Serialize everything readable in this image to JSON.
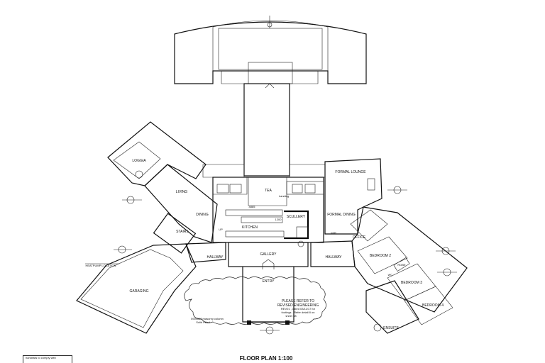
{
  "rooms": {
    "loggia": "LOGGIA",
    "living": "LIVING",
    "dining": "DINING",
    "tea": "TEA",
    "kitchen": "KITCHEN",
    "scullery": "SCULLERY",
    "formal_lounge": "FORMAL LOUNGE",
    "formal_dining": "FORMAL DINING",
    "stairs": "STAIRS",
    "hallway_left": "HALLWAY",
    "hallway_right": "HALLWAY",
    "gallery": "GALLERY",
    "entry": "ENTRY",
    "garaging": "GARAGING",
    "office": "OFFICE",
    "bedroom2": "BEDROOM 2",
    "bedroom3": "BEDROOM 3",
    "bedroom4": "BEDROOM 4",
    "ensuite": "ENSUITE",
    "robe": "ROBE",
    "wir": "WIR",
    "wc": "WC"
  },
  "annotations": {
    "heatpump": "HEATPUMP LOCATION",
    "engineering_note": [
      "PLEASE REFER TO",
      "REVISED ENGINEERING",
      "REV01 , dated 03/11/17 for",
      "footings - Refer detail 8 on",
      "sheet 08"
    ],
    "column_note": [
      "590x590 masonry column",
      "Solid Filled"
    ],
    "dim_a": "4885",
    "dim_b": "1200",
    "landing": "Landing",
    "up": "UP"
  },
  "title": "FLOOR PLAN 1:100",
  "corner_note": "handrails to comply with"
}
